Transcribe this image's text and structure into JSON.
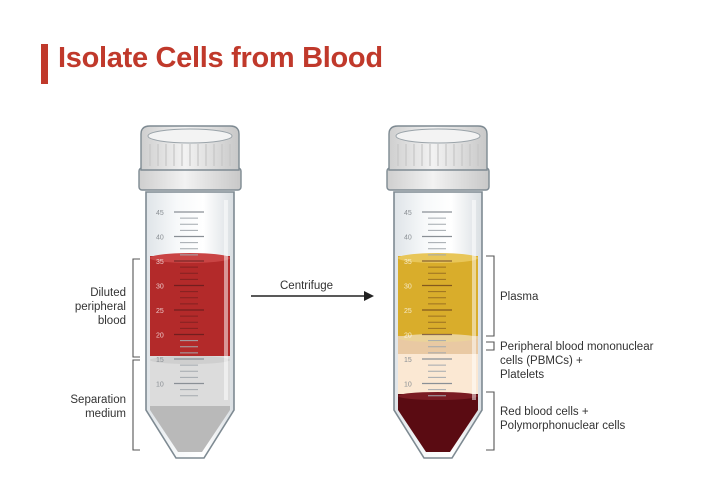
{
  "title": "Isolate Cells from Blood",
  "arrow_label": "Centrifuge",
  "left_tube": {
    "labels": {
      "diluted_blood": "Diluted peripheral blood",
      "separation_medium": "Separation medium"
    },
    "diluted_blood_lines": [
      "Diluted",
      "peripheral",
      "blood"
    ],
    "separation_medium_lines": [
      "Separation",
      "medium"
    ]
  },
  "right_tube": {
    "plasma": "Plasma",
    "pbmc_lines": [
      "Peripheral blood mononuclear",
      "cells (PBMCs) +",
      "Platelets"
    ],
    "rbc_lines": [
      "Red blood cells +",
      "Polymorphonuclear cells"
    ]
  },
  "graduations": [
    "45",
    "40",
    "35",
    "30",
    "25",
    "20",
    "15",
    "10"
  ],
  "colors": {
    "title": "#c0392b",
    "blood": "#b32a2a",
    "plasma": "#d9ad2b",
    "pbmc": "#f3dcc2",
    "rbc": "#5a0b12",
    "medium": "#b9b9b9",
    "cap": "#e4e4e4"
  }
}
